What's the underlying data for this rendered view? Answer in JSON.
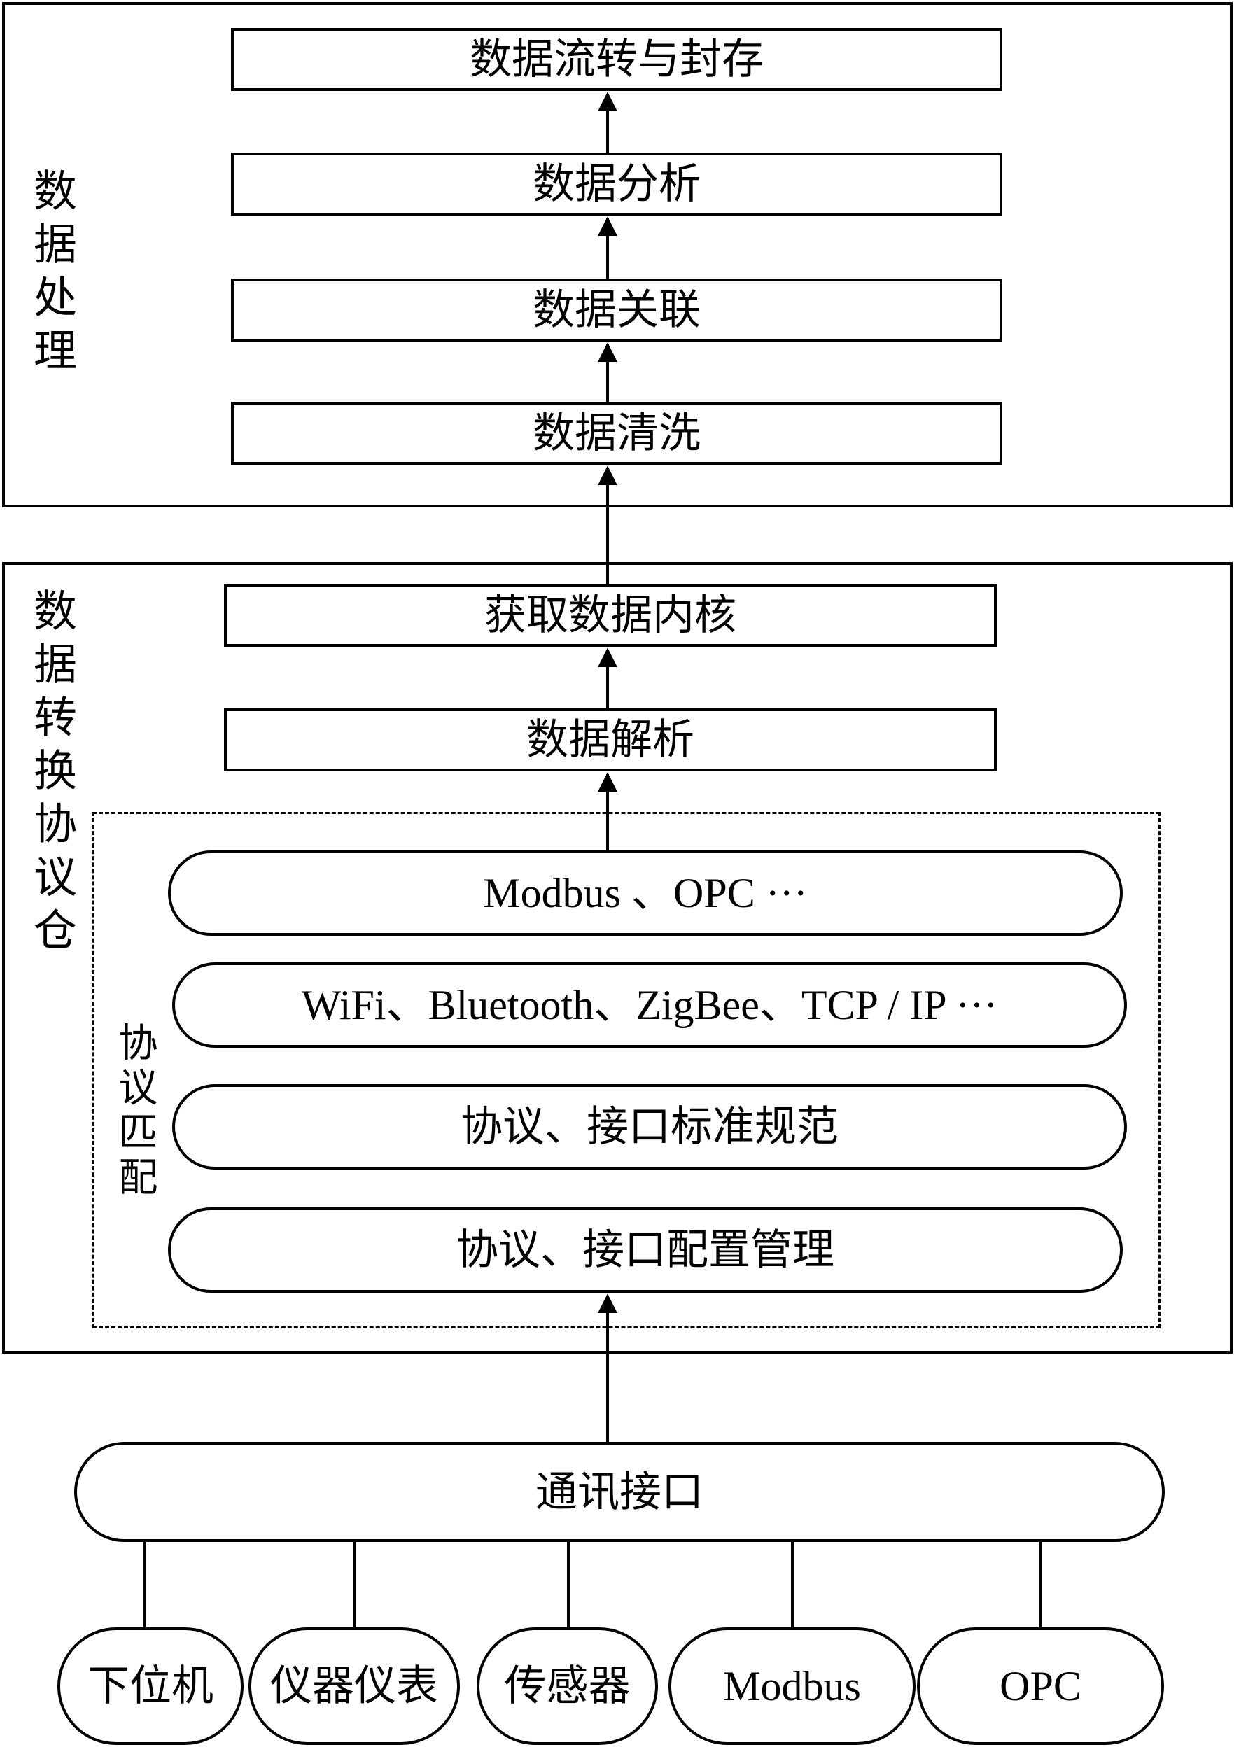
{
  "data_processing": {
    "title": "数据处理",
    "steps": [
      "数据流转与封存",
      "数据分析",
      "数据关联",
      "数据清洗"
    ]
  },
  "protocol_warehouse": {
    "title": "数据转换协议仓",
    "steps": [
      "获取数据内核",
      "数据解析"
    ],
    "protocol_matching": {
      "title": "协议匹配",
      "layers": [
        "Modbus 、OPC ···",
        "WiFi、Bluetooth、ZigBee、TCP / IP ···",
        "协议、接口标准规范",
        "协议、接口配置管理"
      ]
    }
  },
  "communication_interface": "通讯接口",
  "sources": [
    "下位机",
    "仪器仪表",
    "传感器",
    "Modbus",
    "OPC"
  ]
}
